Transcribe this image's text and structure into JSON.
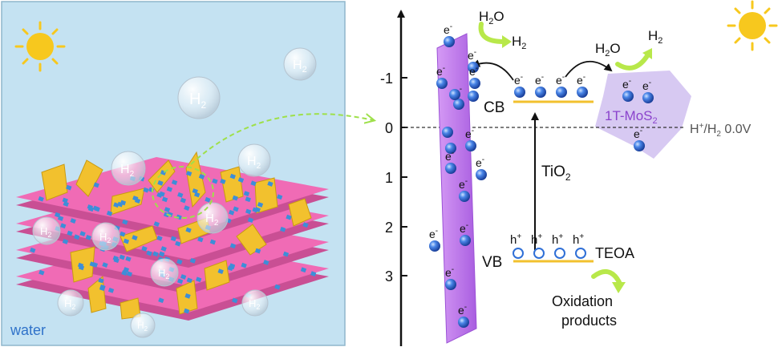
{
  "left_panel": {
    "water_label": "water",
    "bubble_labels": [
      {
        "text": "H",
        "sub": "2"
      },
      {
        "text": "H",
        "sub": "2"
      },
      {
        "text": "H",
        "sub": "2"
      },
      {
        "text": "H",
        "sub": "2"
      },
      {
        "text": "H",
        "sub": "2"
      },
      {
        "text": "H",
        "sub": "2"
      },
      {
        "text": "H",
        "sub": "2"
      },
      {
        "text": "H",
        "sub": "2"
      },
      {
        "text": "H",
        "sub": "2"
      },
      {
        "text": "H",
        "sub": "2"
      },
      {
        "text": "H",
        "sub": "2"
      }
    ]
  },
  "axis": {
    "ticks": [
      "-1",
      "0",
      "1",
      "2",
      "3"
    ]
  },
  "labels": {
    "cb": "CB",
    "vb": "VB",
    "tio2": {
      "text": "TiO",
      "sub": "2"
    },
    "mos2": {
      "text": "1T-MoS",
      "sub": "2"
    },
    "potential": {
      "pre": "H",
      "sup": "+",
      "mid": "/H",
      "sub": "2",
      "post": " 0.0V"
    },
    "teoa": "TEOA",
    "oxidation_line1": "Oxidation",
    "oxidation_line2": "products",
    "h2o_top": {
      "text": "H",
      "sub": "2",
      "post": "O"
    },
    "h2_top": {
      "text": "H",
      "sub": "2"
    },
    "h2o_right": {
      "text": "H",
      "sub": "2",
      "post": "O"
    },
    "h2_right": {
      "text": "H",
      "sub": "2"
    }
  },
  "carriers": {
    "electron": {
      "text": "e",
      "sup": "-"
    },
    "hole": {
      "text": "h",
      "sup": "+"
    }
  },
  "colors": {
    "water": "#c4e2f2",
    "sheet": "#f06bb5",
    "sheet_dark": "#c94f94",
    "dot": "#3d8ed8",
    "flake": "#f2c12e",
    "electrode": "#c278ec",
    "band": "#f2c12e",
    "arrow_green": "#b8e84a",
    "electron": "#2f6fd6",
    "mos2": "#c9b7ee",
    "sun": "#f7c81e"
  }
}
